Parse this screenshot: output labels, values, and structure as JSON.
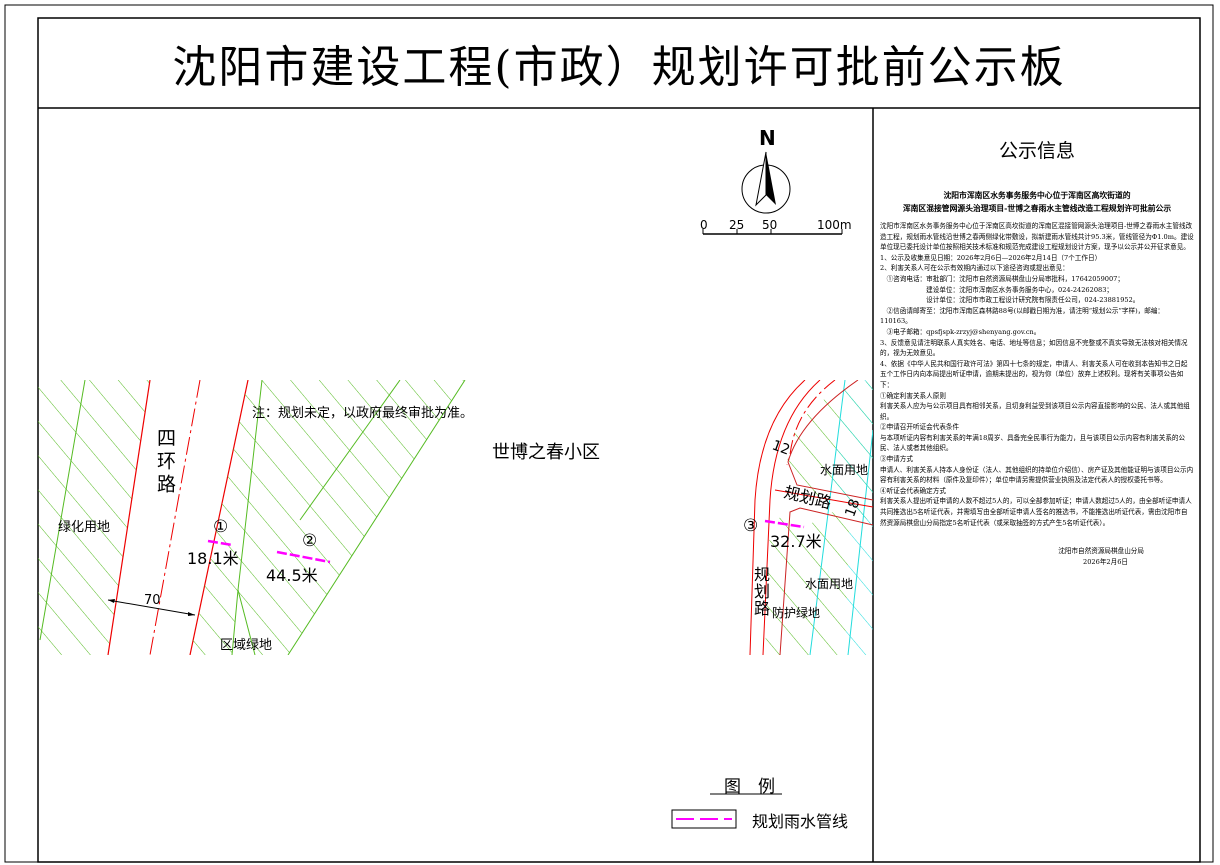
{
  "title": "沈阳市建设工程(市政）规划许可批前公示板",
  "map": {
    "note": "注：规划未定，以政府最终审批为准。",
    "compass": {
      "north": "N",
      "scale_ticks": [
        "0",
        "25",
        "50",
        "100m"
      ]
    },
    "labels": {
      "residential": "世博之春小区",
      "siring_road": "四环路",
      "green_land": "绿化用地",
      "regional_green": "区域绿地",
      "width_70": "70",
      "water_land_1": "水面用地",
      "water_land_2": "水面用地",
      "protective_green": "防护绿地",
      "planned_road_h": "规划路",
      "planned_road_h_width": "18",
      "planned_road_v": "规划路",
      "width_12": "12"
    },
    "pipes": [
      {
        "marker": "①",
        "length": "18.1米"
      },
      {
        "marker": "②",
        "length": "44.5米"
      },
      {
        "marker": "③",
        "length": "32.7米"
      }
    ],
    "legend": {
      "title": "图　例",
      "item": "规划雨水管线",
      "color": "#ff00ff"
    }
  },
  "panel": {
    "title": "公示信息",
    "subtitle_1": "沈阳市浑南区水务事务服务中心位于浑南区高坎街道的",
    "subtitle_2": "浑南区混接管网源头治理项目-世博之春雨水主管线改造工程规划许可批前公示",
    "paragraphs": [
      "沈阳市浑南区水务事务服务中心位于浑南区高坎街道的浑南区混接管网源头治理项目-世博之春雨水主管线改造工程，规划雨水管线沿世博之春两侧绿化带敷设，拟新建雨水管线共计95.3米，管线管径为Φ1.0m。建设单位现已委托设计单位按照相关技术标准和规范完成建设工程规划设计方案，现予以公示并公开征求意见。",
      "1、公示及收集意见日期：2026年2月6日—2026年2月14日（7个工作日）",
      "2、利害关系人可在公示有效期内通过以下途径咨询或提出意见：",
      "　①咨询电话：审批部门：沈阳市自然资源局棋盘山分局审批科，17642059007；",
      "　　　　　　　建设单位：沈阳市浑南区水务事务服务中心，024-24262083；",
      "　　　　　　　设计单位：沈阳市市政工程设计研究院有限责任公司，024-23881952。",
      "　②信函请邮寄至：沈阳市浑南区森林路88号(以邮戳日期为准，请注明“规划公示”字样)，邮编：110163。",
      "　③电子邮箱：qpsfjspk-zrzyj@shenyang.gov.cn。",
      "3、反馈意见请注明联系人真实姓名、电话、地址等信息；如因信息不完整或不真实导致无法核对相关情况的，视为无效意见。",
      "4、依据《中华人民共和国行政许可法》第四十七条的规定，申请人、利害关系人可在收到本告知书之日起五个工作日内向本局提出听证申请，逾期未提出的，视为你（单位）放弃上述权利。现将有关事项公告如下：",
      "①确定利害关系人原则",
      "利害关系人应为与公示项目具有相邻关系，且切身利益受到该项目公示内容直接影响的公民、法人或其他组织。",
      "②申请召开听证会代表条件",
      "与本项听证内容有利害关系的年满18周岁、具备完全民事行为能力，且与该项目公示内容有利害关系的公民、法人或者其他组织。",
      "③申请方式",
      "申请人、利害关系人持本人身份证（法人、其他组织的持单位介绍信）、房产证及其他能证明与该项目公示内容有利害关系的材料（原件及复印件）；单位申请另需提供营业执照及法定代表人的授权委托书等。",
      "④听证会代表确定方式",
      "利害关系人提出听证申请的人数不超过5人的，可以全部参加听证；申请人数超过5人的，由全部听证申请人共同推选出5名听证代表，并需填写由全部听证申请人签名的推选书，不能推选出听证代表，需由沈阳市自然资源局棋盘山分局指定5名听证代表（或采取抽签的方式产生5名听证代表）。"
    ],
    "signature": "沈阳市自然资源局棋盘山分局",
    "date": "2026年2月6日"
  }
}
